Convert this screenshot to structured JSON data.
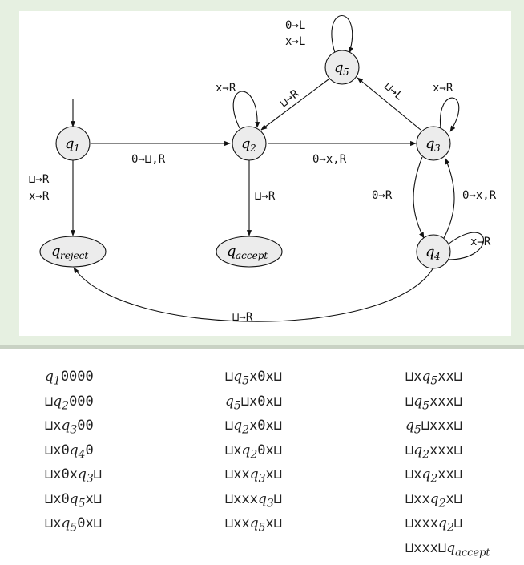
{
  "diagram": {
    "states": [
      {
        "id": "q1",
        "name": "q",
        "sub": "1"
      },
      {
        "id": "q2",
        "name": "q",
        "sub": "2"
      },
      {
        "id": "q3",
        "name": "q",
        "sub": "3"
      },
      {
        "id": "q4",
        "name": "q",
        "sub": "4"
      },
      {
        "id": "q5",
        "name": "q",
        "sub": "5"
      },
      {
        "id": "qreject",
        "name": "q",
        "sub": "reject"
      },
      {
        "id": "qaccept",
        "name": "q",
        "sub": "accept"
      }
    ],
    "edge_labels": {
      "q1_q2": "0→⊔,R",
      "q2_q3": "0→x,R",
      "q1_reject": [
        "⊔→R",
        "x→R"
      ],
      "q2_accept": "⊔→R",
      "q2_loop": "x→R",
      "q5_loop": [
        "0→L",
        "x→L"
      ],
      "q5_q2": "⊔→R",
      "q3_q5": "⊔→L",
      "q3_loop": "x→R",
      "q3_q4": "0→R",
      "q4_q3": "0→x,R",
      "q4_loop": "x→R",
      "q4_reject": "⊔→R"
    }
  },
  "configurations": [
    [
      [
        [
          "q",
          "1",
          ""
        ],
        [
          "",
          "",
          "0000"
        ]
      ],
      [
        [
          "",
          "",
          "⊔"
        ],
        [
          "q",
          "2",
          ""
        ],
        [
          "",
          "",
          "000"
        ]
      ],
      [
        [
          "",
          "",
          "⊔x"
        ],
        [
          "q",
          "3",
          ""
        ],
        [
          "",
          "",
          "00"
        ]
      ],
      [
        [
          "",
          "",
          "⊔x0"
        ],
        [
          "q",
          "4",
          ""
        ],
        [
          "",
          "",
          "0"
        ]
      ],
      [
        [
          "",
          "",
          "⊔x0x"
        ],
        [
          "q",
          "3",
          ""
        ],
        [
          "",
          "",
          "⊔"
        ]
      ],
      [
        [
          "",
          "",
          "⊔x0"
        ],
        [
          "q",
          "5",
          ""
        ],
        [
          "",
          "",
          "x⊔"
        ]
      ],
      [
        [
          "",
          "",
          "⊔x"
        ],
        [
          "q",
          "5",
          ""
        ],
        [
          "",
          "",
          "0x⊔"
        ]
      ]
    ],
    [
      [
        [
          "",
          "",
          "⊔"
        ],
        [
          "q",
          "5",
          ""
        ],
        [
          "",
          "",
          "x0x⊔"
        ]
      ],
      [
        [
          "q",
          "5",
          ""
        ],
        [
          "",
          "",
          "⊔x0x⊔"
        ]
      ],
      [
        [
          "",
          "",
          "⊔"
        ],
        [
          "q",
          "2",
          ""
        ],
        [
          "",
          "",
          "x0x⊔"
        ]
      ],
      [
        [
          "",
          "",
          "⊔x"
        ],
        [
          "q",
          "2",
          ""
        ],
        [
          "",
          "",
          "0x⊔"
        ]
      ],
      [
        [
          "",
          "",
          "⊔xx"
        ],
        [
          "q",
          "3",
          ""
        ],
        [
          "",
          "",
          "x⊔"
        ]
      ],
      [
        [
          "",
          "",
          "⊔xxx"
        ],
        [
          "q",
          "3",
          ""
        ],
        [
          "",
          "",
          "⊔"
        ]
      ],
      [
        [
          "",
          "",
          "⊔xx"
        ],
        [
          "q",
          "5",
          ""
        ],
        [
          "",
          "",
          "x⊔"
        ]
      ]
    ],
    [
      [
        [
          "",
          "",
          "⊔x"
        ],
        [
          "q",
          "5",
          ""
        ],
        [
          "",
          "",
          "xx⊔"
        ]
      ],
      [
        [
          "",
          "",
          "⊔"
        ],
        [
          "q",
          "5",
          ""
        ],
        [
          "",
          "",
          "xxx⊔"
        ]
      ],
      [
        [
          "q",
          "5",
          ""
        ],
        [
          "",
          "",
          "⊔xxx⊔"
        ]
      ],
      [
        [
          "",
          "",
          "⊔"
        ],
        [
          "q",
          "2",
          ""
        ],
        [
          "",
          "",
          "xxx⊔"
        ]
      ],
      [
        [
          "",
          "",
          "⊔x"
        ],
        [
          "q",
          "2",
          ""
        ],
        [
          "",
          "",
          "xx⊔"
        ]
      ],
      [
        [
          "",
          "",
          "⊔xx"
        ],
        [
          "q",
          "2",
          ""
        ],
        [
          "",
          "",
          "x⊔"
        ]
      ],
      [
        [
          "",
          "",
          "⊔xxx"
        ],
        [
          "q",
          "2",
          ""
        ],
        [
          "",
          "",
          "⊔"
        ]
      ],
      [
        [
          "",
          "",
          "⊔xxx⊔"
        ],
        [
          "q",
          "accept",
          ""
        ]
      ]
    ]
  ]
}
